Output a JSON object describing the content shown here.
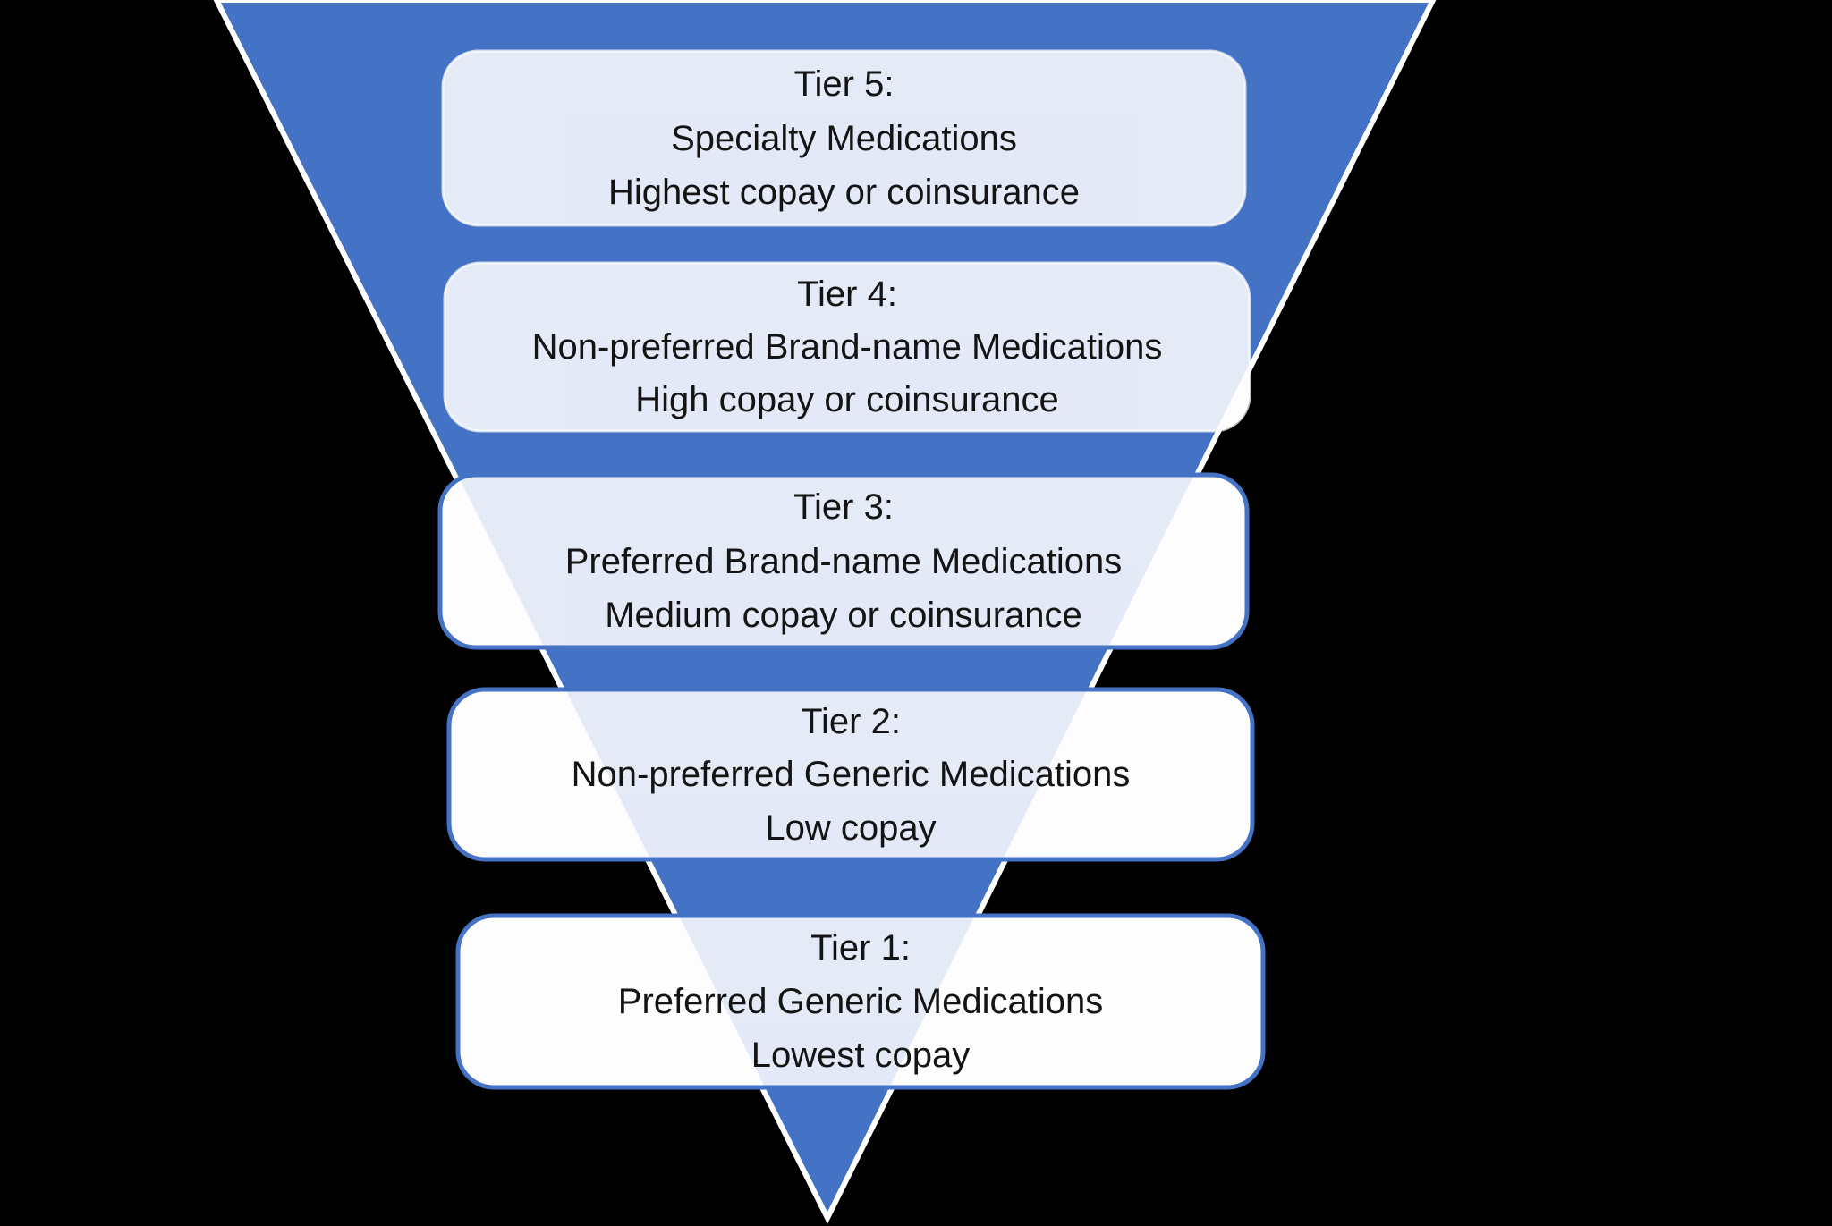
{
  "diagram": {
    "type": "inverted-funnel",
    "colors": {
      "background": "#000000",
      "triangle_fill": "#4472C4",
      "triangle_edge": "#FFFFFF",
      "box_fill": "#FDFDFE",
      "box_border": "#4472C4",
      "text_color": "#141414"
    },
    "tiers": [
      {
        "label": "Tier 5:",
        "name": "Specialty Medications",
        "cost": "Highest copay or coinsurance"
      },
      {
        "label": "Tier 4:",
        "name": "Non-preferred Brand-name Medications",
        "cost": "High copay or coinsurance"
      },
      {
        "label": "Tier 3:",
        "name": "Preferred Brand-name Medications",
        "cost": "Medium copay or coinsurance"
      },
      {
        "label": "Tier 2:",
        "name": "Non-preferred Generic Medications",
        "cost": "Low copay"
      },
      {
        "label": "Tier 1:",
        "name": "Preferred Generic Medications",
        "cost": "Lowest copay"
      }
    ]
  }
}
